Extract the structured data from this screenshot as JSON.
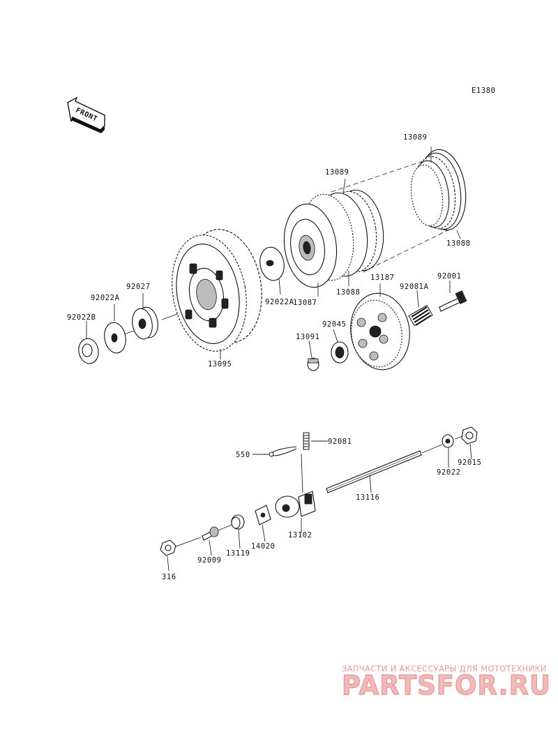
{
  "diagram_code": "E1380",
  "front_label": "FRONT",
  "labels": {
    "p13089_top": "13089",
    "p13089_mid": "13089",
    "p13088_right": "13088",
    "p13088_mid": "13088",
    "p13087": "13087",
    "p92022A_right": "92022A",
    "p92022A_left": "92022A",
    "p92027": "92027",
    "p92022B": "92022B",
    "p13095": "13095",
    "p13187": "13187",
    "p92001": "92001",
    "p92081A": "92081A",
    "p92045": "92045",
    "p13091": "13091",
    "p550": "550",
    "p92081": "92081",
    "p92015": "92015",
    "p92022": "92022",
    "p13116": "13116",
    "p13102": "13102",
    "p14020": "14020",
    "p13119": "13119",
    "p92009": "92009",
    "p316": "316"
  },
  "watermark": {
    "tagline": "ЗАПЧАСТИ И АКСЕССУАРЫ ДЛЯ МОТОТЕХНИКИ",
    "brand": "PARTSFOR.RU",
    "color": "#e89a9a"
  }
}
